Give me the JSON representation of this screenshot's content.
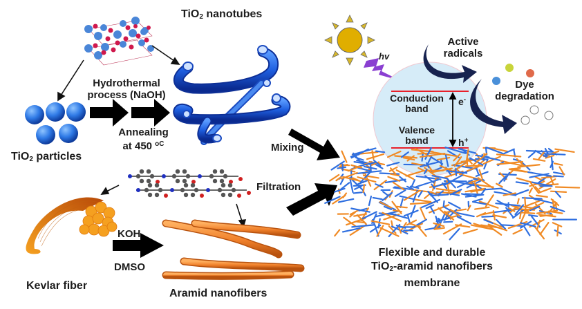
{
  "title": "Fabrication of flexible TiO2-aramid nanofiber membrane for photocatalytic dye degradation",
  "labels": {
    "tio2_nanotubes": {
      "pre": "TiO",
      "sub": "2",
      "post": " nanotubes"
    },
    "tio2_particles": {
      "pre": "TiO",
      "sub": "2",
      "post": " particles"
    },
    "hydrothermal_line1": "Hydrothermal",
    "hydrothermal_line2": "process (NaOH)",
    "annealing_line1": "Annealing",
    "annealing_line2_pre": "at 450 ",
    "annealing_unit": "oC",
    "mixing": "Mixing",
    "filtration": "Filtration",
    "koh": "KOH",
    "dmso": "DMSO",
    "kevlar_fiber": "Kevlar fiber",
    "aramid_nanofibers": "Aramid nanofibers",
    "membrane_line1": "Flexible and durable",
    "membrane_line2": {
      "pre": "TiO",
      "sub": "2",
      "post": "-aramid nanofibers"
    },
    "membrane_line3": "membrane",
    "hv": "hv",
    "active_radicals_line1": "Active",
    "active_radicals_line2": "radicals",
    "dye_line1": "Dye",
    "dye_line2": "degradation",
    "conduction_line1": "Conduction",
    "conduction_line2": "band",
    "valence_line1": "Valence",
    "valence_line2": "band",
    "electron": {
      "base": "e",
      "sup": "-"
    },
    "hole": {
      "base": "h",
      "sup": "+"
    }
  },
  "colors": {
    "tio2_blue": "#2f6fe0",
    "aramid_orange": "#f08a24",
    "sun_yellow": "#e0b000",
    "lightning_purple": "#8a3fd1",
    "bubble_fill": "#d6ecf8",
    "band_red": "#e8202a",
    "curved_arrow_navy": "#17224f",
    "dye_dot_blue": "#4a90d9",
    "dye_dot_yellow": "#c8d43a",
    "dye_dot_red": "#e06a4a",
    "arrow_black": "#000000"
  }
}
